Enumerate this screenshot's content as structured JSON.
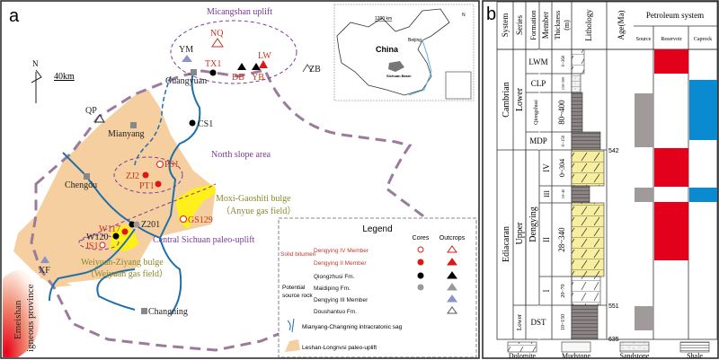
{
  "panel_a": {
    "label": "a",
    "scale_bar": "40km",
    "north": "N",
    "regions": {
      "micangshan": "Micangshan uplift",
      "north_slope": "North slope area",
      "moxi": "Moxi-Gaoshiti bulge",
      "moxi_field": "（Anyue gas field）",
      "central": "Central Sichuan paleo-uplift",
      "weiyuan": "Weiyuan-Ziyang bulge",
      "weiyuan_field": "（Weiyuan gas field）",
      "emeishan_1": "Emeishan",
      "emeishan_2": "igneous province"
    },
    "cities": {
      "guangyuan": "Guangyuan",
      "mianyang": "Mianyang",
      "chengdu": "Chengdu",
      "changning": "Changning"
    },
    "sites": {
      "ym": "YM",
      "nq": "NQ",
      "tx1": "TX1",
      "db": "DB",
      "yb": "YB",
      "lw": "LW",
      "zb": "ZB",
      "qp": "QP",
      "cs1": "CS1",
      "ps1": "PS1",
      "zj2": "ZJ2",
      "pt1": "PT1",
      "gs129": "GS129",
      "z201": "Z201",
      "w117": "W117",
      "w120": "W120",
      "js1": "JS1",
      "xf": "XF"
    },
    "inset": {
      "scale": "1200 km",
      "north": "N",
      "country": "China",
      "capital": "Beijing",
      "basin": "Sichuan Basin"
    },
    "legend": {
      "title": "Legend",
      "col_cores": "Cores",
      "col_outcrops": "Outcrops",
      "group_bitumen": "Solid bitumen",
      "group_source_1": "Potential",
      "group_source_2": "source rock",
      "rows": [
        {
          "label": "Dengying IV Member",
          "color": "#c0392b",
          "core_fill": "#ffffff",
          "core_stroke": "#d81e1e",
          "out_fill": "#ffffff",
          "out_stroke": "#d81e1e"
        },
        {
          "label": "Dengying II Member",
          "color": "#c0392b",
          "core_fill": "#e01515",
          "core_stroke": "#e01515",
          "out_fill": "#e01515",
          "out_stroke": "#e01515"
        },
        {
          "label": "Qiongzhusi Fm.",
          "color": "#111111",
          "core_fill": "#000000",
          "core_stroke": "#000000",
          "out_fill": "#000000",
          "out_stroke": "#000000"
        },
        {
          "label": "Maidiping Fm.",
          "color": "#111111",
          "core_fill": "#999999",
          "core_stroke": "#999999",
          "out_fill": "#999999",
          "out_stroke": "#999999"
        },
        {
          "label": "Dengying III Member",
          "color": "#111111",
          "core_fill": "",
          "core_stroke": "",
          "out_fill": "#8a93cc",
          "out_stroke": "#8a93cc"
        },
        {
          "label": "Doushantuo Fm.",
          "color": "#111111",
          "core_fill": "",
          "core_stroke": "",
          "out_fill": "#ffffff",
          "out_stroke": "#555555"
        }
      ],
      "sag": "Mianyang-Changning intracratonic sag",
      "uplift": "Leshan-Longnvsi paleo-uplift"
    },
    "colors": {
      "uplift_fill": "#f5cfa0",
      "gas_field": "#ffef1a",
      "river": "#1f6fa8",
      "boundary": "#9c7a9c",
      "purple_text": "#7a3a9a",
      "olive_text": "#8a8a2a",
      "red_text": "#c8331e"
    }
  },
  "panel_b": {
    "label": "b",
    "headers": {
      "system": "System",
      "series": "Series",
      "formation": "Formation",
      "member": "Member",
      "thickness": "Thickness",
      "thickness_unit": "(m)",
      "lithology": "Lithology",
      "age": "Age(Ma)",
      "petroleum": "Petroleum system",
      "source": "Source",
      "reservoir": "Reservoir",
      "caprock": "Caprock"
    },
    "systems": {
      "cambrian": "Cambrian",
      "ediacaran": "Ediacaran"
    },
    "series": {
      "lower_cambrian": "Lower",
      "upper_ediacaran": "Upper",
      "lower_ediacaran": "Lower"
    },
    "formations": {
      "lwm": "LWM",
      "clp": "CLP",
      "qiongzhusi": "Qiongzhusi",
      "mdp": "MDP",
      "dengying": "Dengying",
      "dst": "DST"
    },
    "members": {
      "iv": "IV",
      "iii": "III",
      "ii": "II",
      "i": "I"
    },
    "thickness": {
      "lwm": "0~360",
      "clp": "150~300",
      "qzs": "80~400",
      "mdp": "0~150",
      "iv": "0~304",
      "iii": "10~40",
      "ii": "28~340",
      "i": "20~70",
      "dst": "10~150"
    },
    "ages": {
      "a542": "542",
      "a551": "551",
      "a635": "635"
    },
    "lithology_legend": [
      "Dolomite",
      "Mudstone",
      "Sandstone",
      "Shale"
    ],
    "colors": {
      "source": "#a09a9a",
      "reservoir": "#e2001a",
      "caprock": "#0a8ad0",
      "dolomite_yellow": "#f7ef9f",
      "mud_gray": "#8c8484"
    }
  }
}
